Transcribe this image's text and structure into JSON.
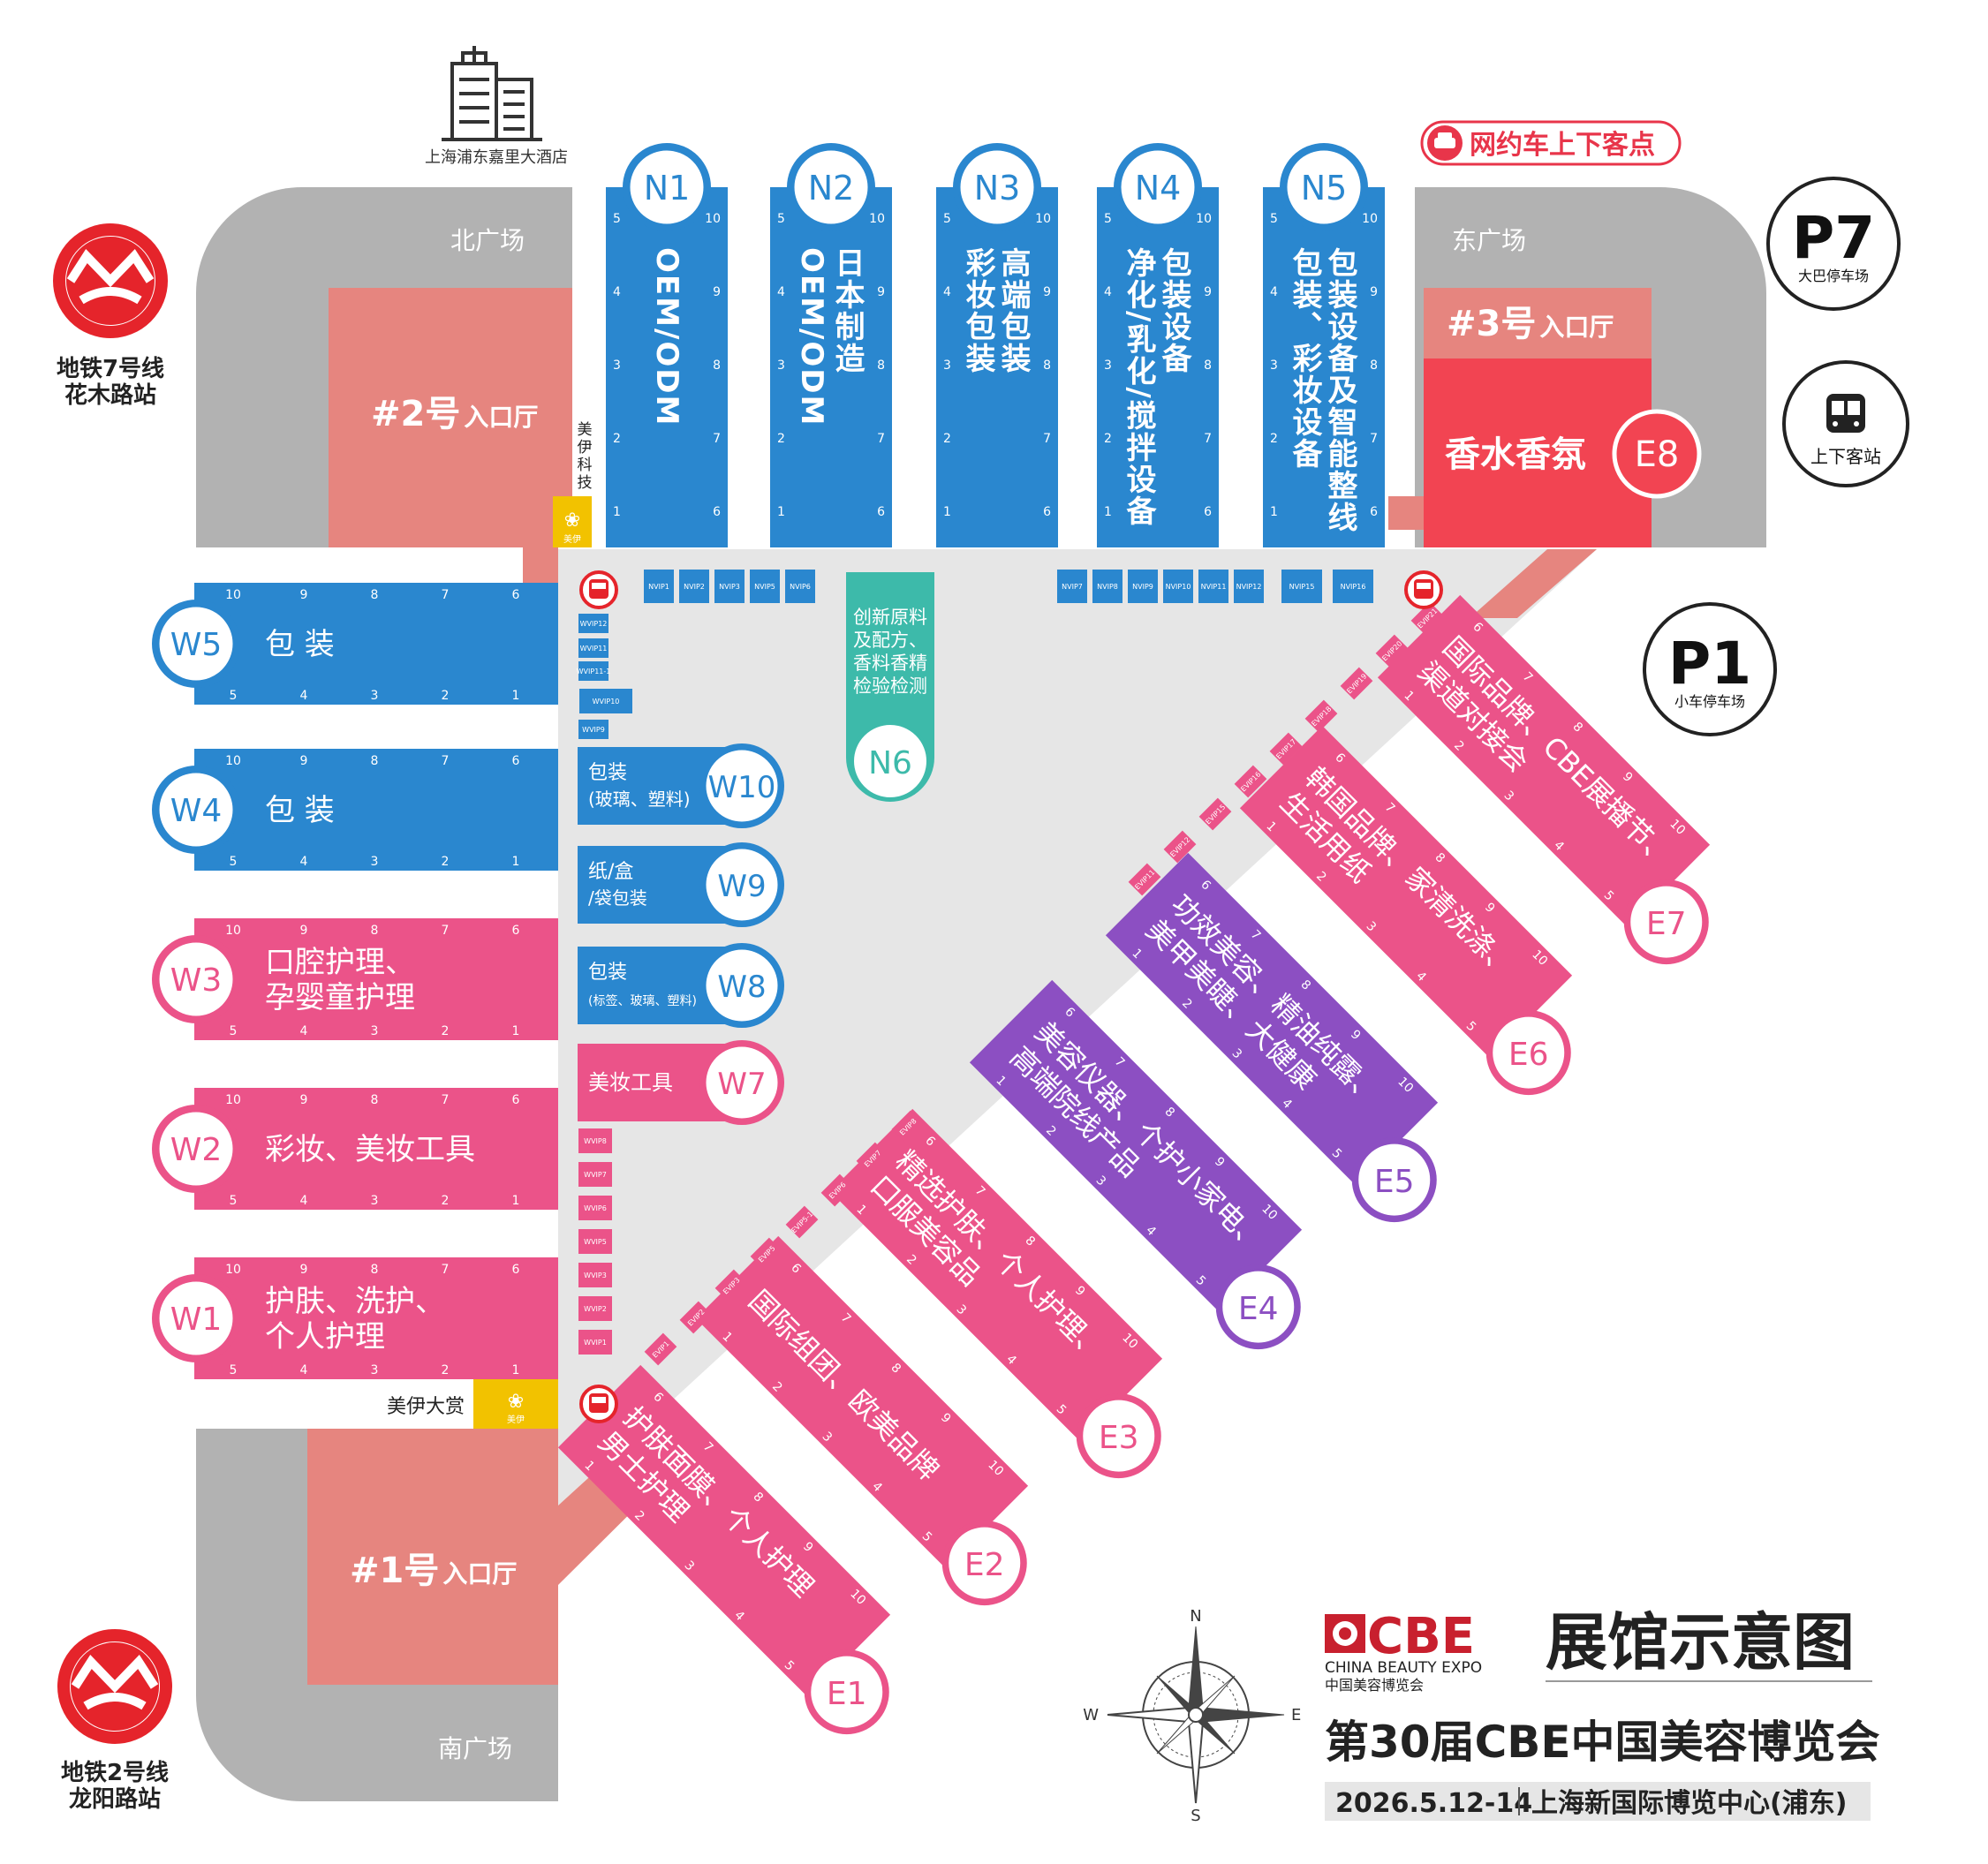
{
  "hotel": {
    "label": "上海浦东嘉里大酒店"
  },
  "rideshare": {
    "label": "网约车上下客点"
  },
  "metro7": {
    "line": "地铁7号线",
    "station": "花木路站"
  },
  "metro2": {
    "line": "地铁2号线",
    "station": "龙阳路站"
  },
  "plazas": {
    "north": "北广场",
    "east": "东广场",
    "south": "南广场"
  },
  "entrances": {
    "e2": {
      "num": "#2号",
      "suffix": "入口厅"
    },
    "e3": {
      "num": "#3号",
      "suffix": "入口厅"
    },
    "e1": {
      "num": "#1号",
      "suffix": "入口厅"
    }
  },
  "parking": {
    "p7": {
      "code": "P7",
      "label": "大巴停车场"
    },
    "p1": {
      "code": "P1",
      "label": "小车停车场"
    },
    "bus": {
      "label": "上下客站"
    }
  },
  "sponsor": {
    "top": [
      "美",
      "伊",
      "科",
      "技"
    ],
    "bottom": "美伊大赏",
    "logo_text": "美伊"
  },
  "north_halls": [
    {
      "code": "N1",
      "lines": [
        "OEM/ODM"
      ]
    },
    {
      "code": "N2",
      "lines": [
        "日本制造",
        "OEM/ODM"
      ]
    },
    {
      "code": "N3",
      "lines": [
        "高端包装",
        "彩妆包装"
      ]
    },
    {
      "code": "N4",
      "lines": [
        "包装设备",
        "净化/乳化/搅拌设备"
      ]
    },
    {
      "code": "N5",
      "lines": [
        "包装设备及智能整线",
        "包装、彩妆设备"
      ]
    }
  ],
  "n6": {
    "code": "N6",
    "lines": [
      "创新原料",
      "及配方、",
      "香料香精",
      "检验检测"
    ]
  },
  "e8": {
    "code": "E8",
    "name": "香水香氛"
  },
  "west_halls": [
    {
      "code": "W5",
      "lines": [
        "包 装"
      ]
    },
    {
      "code": "W4",
      "lines": [
        "包 装"
      ]
    },
    {
      "code": "W3",
      "lines": [
        "口腔护理、",
        "孕婴童护理"
      ]
    },
    {
      "code": "W2",
      "lines": [
        "彩妆、美妆工具"
      ]
    },
    {
      "code": "W1",
      "lines": [
        "护肤、洗护、",
        "个人护理"
      ]
    }
  ],
  "small_halls": [
    {
      "code": "W10",
      "main": "包装",
      "sub": "(玻璃、塑料)"
    },
    {
      "code": "W9",
      "main": "纸/盒",
      "sub": "/袋包装"
    },
    {
      "code": "W8",
      "main": "包装",
      "sub": "(标签、玻璃、塑料)"
    },
    {
      "code": "W7",
      "main": "美妆工具",
      "sub": ""
    }
  ],
  "east_halls": [
    {
      "code": "E7",
      "lines": [
        "国际品牌、CBE展播节、",
        "渠道对接会"
      ]
    },
    {
      "code": "E6",
      "lines": [
        "韩国品牌、家清洗涤、",
        "生活用纸"
      ]
    },
    {
      "code": "E5",
      "lines": [
        "功效美容、精油纯露、",
        "美甲美睫、大健康"
      ]
    },
    {
      "code": "E4",
      "lines": [
        "美容仪器、个护小家电、",
        "高端院线产品"
      ]
    },
    {
      "code": "E3",
      "lines": [
        "精选护肤、个人护理、",
        "口服美容品"
      ]
    },
    {
      "code": "E2",
      "lines": [
        "国际组团、欧美品牌"
      ]
    },
    {
      "code": "E1",
      "lines": [
        "护肤面膜、个人护理",
        "男士护理"
      ]
    }
  ],
  "booth_numbers": {
    "top": [
      "10",
      "9",
      "8",
      "7",
      "6"
    ],
    "bottom": [
      "5",
      "4",
      "3",
      "2",
      "1"
    ],
    "north_left": [
      "5",
      "4",
      "3",
      "2",
      "1"
    ],
    "north_right": [
      "10",
      "9",
      "8",
      "7",
      "6"
    ]
  },
  "nvip": [
    "NVIP1",
    "NVIP2",
    "NVIP3",
    "NVIP5",
    "NVIP6",
    "NVIP7",
    "NVIP8",
    "NVIP9",
    "NVIP10",
    "NVIP11",
    "NVIP12",
    "NVIP15",
    "NVIP16"
  ],
  "wvip_top": [
    "WVIP12",
    "WVIP11",
    "WVIP11-1",
    "WVIP10",
    "WVIP9"
  ],
  "wvip_bottom": [
    "WVIP8",
    "WVIP7",
    "WVIP6",
    "WVIP5",
    "WVIP3",
    "WVIP2",
    "WVIP1"
  ],
  "evip_lower": [
    "EVIP1",
    "EVIP2",
    "EVIP3",
    "EVIP5",
    "EVIP5-1",
    "EVIP6",
    "EVIP7",
    "EVIP8"
  ],
  "evip_upper": [
    "EVIP11",
    "EVIP12",
    "EVIP15",
    "EVIP16",
    "EVIP17",
    "EVIP18",
    "EVIP19",
    "EVIP20",
    "EVIP21"
  ],
  "compass": {
    "n": "N",
    "s": "S",
    "e": "E",
    "w": "W"
  },
  "brand": {
    "logo": "CBE",
    "logo_en": "CHINA BEAUTY EXPO",
    "logo_cn": "中国美容博览会",
    "map_title": "展馆示意图",
    "event": "第30届CBE中国美容博览会",
    "date": "2026.5.12-14",
    "venue": "上海新国际博览中心(浦东)"
  },
  "colors": {
    "blue": "#2A87CF",
    "pink": "#EB5389",
    "purple": "#8C4FC2",
    "teal": "#3DBAAA",
    "red": "#F24452",
    "salmon": "#E6857F",
    "gray": "#B2B2B2",
    "plaza": "#E6E6E6"
  }
}
